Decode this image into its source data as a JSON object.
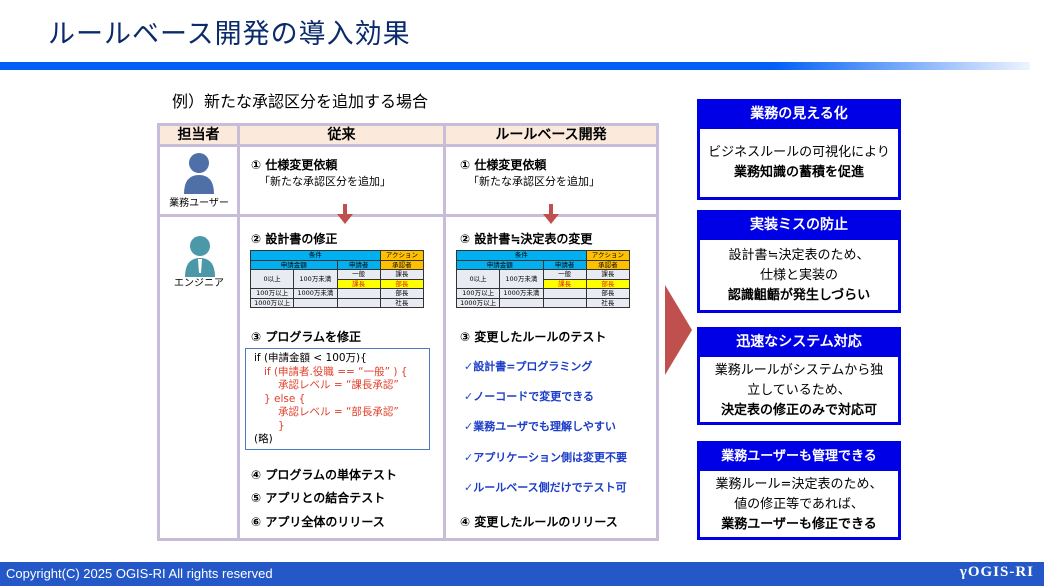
{
  "title": "ルールベース開発の導入効果",
  "subtitle": "例）新たな承認区分を追加する場合",
  "table": {
    "headers": [
      "担当者",
      "従来",
      "ルールベース開発"
    ],
    "roles": [
      "業務ユーザー",
      "エンジニア"
    ],
    "old": {
      "step1": "① 仕様変更依頼",
      "step1_sub": "「新たな承認区分を追加」",
      "step2": "② 設計書の修正",
      "step3": "③ プログラムを修正",
      "code": [
        "if (申請金額 < 100万){",
        "if (申請者.役職 == “一般” ) {",
        "承認レベル = “課長承認”",
        "} else {",
        "承認レベル = “部長承認”",
        "}",
        "(略)"
      ],
      "step4": "④ プログラムの単体テスト",
      "step5": "⑤ アプリとの結合テスト",
      "step6": "⑥ アプリ全体のリリース"
    },
    "new": {
      "step1": "① 仕様変更依頼",
      "step1_sub": "「新たな承認区分を追加」",
      "step2": "② 設計書≒決定表の変更",
      "step3": "③ 変更したルールのテスト",
      "checks": [
        "設計書=プログラミング",
        "ノーコードで変更できる",
        "業務ユーザでも理解しやすい",
        "アプリケーション側は変更不要",
        "ルールベース側だけでテスト可"
      ],
      "check_mark": "✓",
      "step4": "④ 変更したルールのリリース"
    }
  },
  "decision_table": {
    "cond": "条件",
    "action": "アクション",
    "amount": "申請金額",
    "applicant": "申請者",
    "approver": "承認者",
    "rows": [
      [
        "0以上",
        "100万未満",
        "一般",
        "課長"
      ],
      [
        "",
        "",
        "課長",
        "部長"
      ],
      [
        "100万以上",
        "1000万未満",
        "",
        "部長"
      ],
      [
        "1000万以上",
        "",
        "",
        "社長"
      ]
    ]
  },
  "benefits": [
    {
      "title": "業務の見える化",
      "lines": [
        "ビジネスルールの可視化により"
      ],
      "bold": "業務知識の蓄積を促進"
    },
    {
      "title": "実装ミスの防止",
      "lines": [
        "設計書≒決定表のため、",
        "仕様と実装の"
      ],
      "bold": "認識齟齬が発生しづらい"
    },
    {
      "title": "迅速なシステム対応",
      "lines": [
        "業務ルールがシステムから独",
        "立しているため、"
      ],
      "bold": "決定表の修正のみで対応可"
    },
    {
      "title": "業務ユーザーも管理できる",
      "lines": [
        "業務ルール=決定表のため、",
        "値の修正等であれば、"
      ],
      "bold": "業務ユーザーも修正できる"
    }
  ],
  "footer": {
    "copyright": "Copyright(C) 2025 OGIS-RI All rights reserved",
    "logo": "OGIS-RI"
  },
  "colors": {
    "accent": "#0000e6",
    "bar": "#005ff5",
    "arrow": "#c0504d",
    "footer": "#2458c8"
  }
}
